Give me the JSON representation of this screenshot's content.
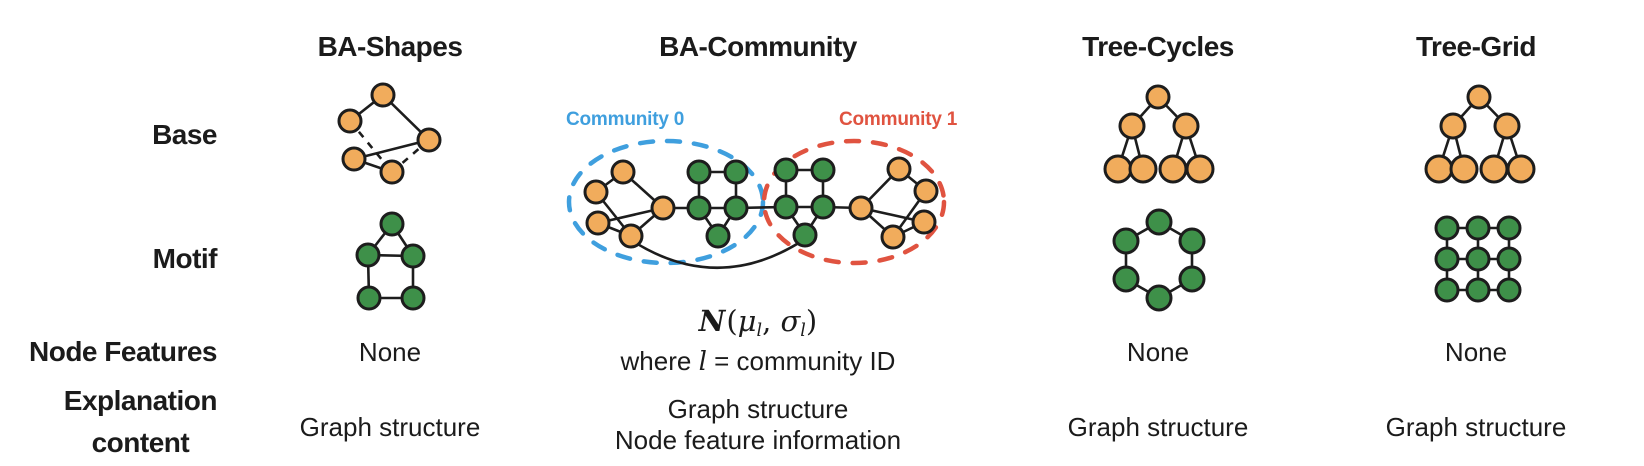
{
  "palette": {
    "o": "#F1AC5C",
    "g": "#3E9049",
    "stroke": "#1D1D1D",
    "edge": "#1D1D1D",
    "blue": "#3F9FDE",
    "red": "#E05340"
  },
  "headers": [
    {
      "label": "BA-Shapes"
    },
    {
      "label": "BA-Community"
    },
    {
      "label": "Tree-Cycles"
    },
    {
      "label": "Tree-Grid"
    }
  ],
  "row_labels": {
    "base": "Base",
    "motif": "Motif",
    "node_features": "Node Features",
    "explanation_line1": "Explanation",
    "explanation_line2": "content"
  },
  "community_labels": {
    "c0": "Community 0",
    "c1": "Community 1"
  },
  "formula": {
    "n": "N",
    "open": "(",
    "mu": "μ",
    "sub1": "l",
    "comma": ", ",
    "sigma": "σ",
    "sub2": "l",
    "close": ")",
    "where_pre": "where ",
    "where_var": "l",
    "where_post": " = community ID"
  },
  "cells": {
    "ba_shapes_node_features": "None",
    "tree_cycles_node_features": "None",
    "tree_grid_node_features": "None",
    "ba_shapes_explanation": "Graph structure",
    "ba_community_explanation_line1": "Graph structure",
    "ba_community_explanation_line2": "Node feature information",
    "tree_cycles_explanation": "Graph structure",
    "tree_grid_explanation": "Graph structure"
  },
  "graphs": [
    {
      "name": "ba-shapes-base-graph",
      "nodes": [
        [
          383,
          95,
          "o"
        ],
        [
          350,
          121,
          "o"
        ],
        [
          429,
          140,
          "o"
        ],
        [
          354,
          159,
          "o"
        ],
        [
          392,
          172,
          "o"
        ]
      ],
      "edges": [
        [
          0,
          1
        ],
        [
          0,
          2
        ],
        [
          2,
          3
        ],
        [
          3,
          4
        ],
        [
          1,
          4,
          1
        ],
        [
          2,
          4,
          1
        ]
      ]
    },
    {
      "name": "ba-shapes-motif-graph",
      "nodes": [
        [
          392,
          224,
          "g"
        ],
        [
          368,
          255,
          "g"
        ],
        [
          413,
          256,
          "g"
        ],
        [
          369,
          298,
          "g"
        ],
        [
          413,
          298,
          "g"
        ]
      ],
      "edges": [
        [
          0,
          1
        ],
        [
          0,
          2
        ],
        [
          1,
          2
        ],
        [
          1,
          3
        ],
        [
          2,
          4
        ],
        [
          3,
          4
        ]
      ]
    },
    {
      "name": "ba-community-graph",
      "ellipses": [
        [
          666,
          202,
          97,
          61,
          "blue"
        ],
        [
          854,
          202,
          90,
          61,
          "red"
        ]
      ],
      "nodes": [
        [
          623,
          172,
          "o"
        ],
        [
          596,
          192,
          "o"
        ],
        [
          663,
          208,
          "o"
        ],
        [
          598,
          223,
          "o"
        ],
        [
          631,
          236,
          "o"
        ],
        [
          699,
          172,
          "g"
        ],
        [
          736,
          172,
          "g"
        ],
        [
          699,
          208,
          "g"
        ],
        [
          736,
          208,
          "g"
        ],
        [
          718,
          236,
          "g"
        ],
        [
          786,
          170,
          "g"
        ],
        [
          823,
          170,
          "g"
        ],
        [
          786,
          207,
          "g"
        ],
        [
          823,
          207,
          "g"
        ],
        [
          805,
          235,
          "g"
        ],
        [
          861,
          208,
          "o"
        ],
        [
          899,
          169,
          "o"
        ],
        [
          926,
          191,
          "o"
        ],
        [
          924,
          222,
          "o"
        ],
        [
          893,
          237,
          "o"
        ]
      ],
      "edges": [
        [
          0,
          1
        ],
        [
          0,
          2
        ],
        [
          1,
          4
        ],
        [
          2,
          3
        ],
        [
          2,
          4
        ],
        [
          3,
          4
        ],
        [
          2,
          7
        ],
        [
          5,
          6
        ],
        [
          5,
          7
        ],
        [
          6,
          8
        ],
        [
          7,
          8
        ],
        [
          7,
          9
        ],
        [
          8,
          9
        ],
        [
          8,
          12
        ],
        [
          10,
          11
        ],
        [
          10,
          12
        ],
        [
          11,
          13
        ],
        [
          12,
          13
        ],
        [
          12,
          14
        ],
        [
          13,
          14
        ],
        [
          13,
          15
        ],
        [
          15,
          16
        ],
        [
          15,
          18
        ],
        [
          15,
          19
        ],
        [
          16,
          17
        ],
        [
          17,
          19
        ],
        [
          18,
          19
        ]
      ],
      "paths": [
        "M 631 240 Q 718 296 805 239"
      ]
    },
    {
      "name": "tree-cycles-base-graph",
      "nodes": [
        [
          1158,
          97,
          "o"
        ],
        [
          1132,
          126,
          "o",
          12
        ],
        [
          1186,
          126,
          "o",
          12
        ],
        [
          1118,
          169,
          "o",
          13
        ],
        [
          1143,
          169,
          "o",
          13
        ],
        [
          1173,
          169,
          "o",
          13
        ],
        [
          1200,
          169,
          "o",
          13
        ]
      ],
      "edges": [
        [
          0,
          1
        ],
        [
          0,
          2
        ],
        [
          1,
          3
        ],
        [
          1,
          4
        ],
        [
          2,
          5
        ],
        [
          2,
          6
        ]
      ]
    },
    {
      "name": "tree-cycles-motif-graph",
      "nodes": [
        [
          1159,
          222,
          "g",
          12
        ],
        [
          1192,
          241,
          "g",
          12
        ],
        [
          1192,
          279,
          "g",
          12
        ],
        [
          1159,
          298,
          "g",
          12
        ],
        [
          1126,
          279,
          "g",
          12
        ],
        [
          1126,
          241,
          "g",
          12
        ]
      ],
      "edges": [
        [
          0,
          1
        ],
        [
          1,
          2
        ],
        [
          2,
          3
        ],
        [
          3,
          4
        ],
        [
          4,
          5
        ],
        [
          5,
          0
        ]
      ]
    },
    {
      "name": "tree-grid-base-graph",
      "nodes": [
        [
          1479,
          97,
          "o"
        ],
        [
          1453,
          126,
          "o",
          12
        ],
        [
          1507,
          126,
          "o",
          12
        ],
        [
          1439,
          169,
          "o",
          13
        ],
        [
          1464,
          169,
          "o",
          13
        ],
        [
          1494,
          169,
          "o",
          13
        ],
        [
          1521,
          169,
          "o",
          13
        ]
      ],
      "edges": [
        [
          0,
          1
        ],
        [
          0,
          2
        ],
        [
          1,
          3
        ],
        [
          1,
          4
        ],
        [
          2,
          5
        ],
        [
          2,
          6
        ]
      ]
    },
    {
      "name": "tree-grid-motif-graph",
      "nodes": [
        [
          1447,
          228,
          "g"
        ],
        [
          1478,
          228,
          "g"
        ],
        [
          1509,
          228,
          "g"
        ],
        [
          1447,
          259,
          "g"
        ],
        [
          1478,
          259,
          "g"
        ],
        [
          1509,
          259,
          "g"
        ],
        [
          1447,
          290,
          "g"
        ],
        [
          1478,
          290,
          "g"
        ],
        [
          1509,
          290,
          "g"
        ]
      ],
      "edges": [
        [
          0,
          1
        ],
        [
          1,
          2
        ],
        [
          3,
          4
        ],
        [
          4,
          5
        ],
        [
          6,
          7
        ],
        [
          7,
          8
        ],
        [
          0,
          3
        ],
        [
          3,
          6
        ],
        [
          1,
          4
        ],
        [
          4,
          7
        ],
        [
          2,
          5
        ],
        [
          5,
          8
        ]
      ]
    }
  ]
}
